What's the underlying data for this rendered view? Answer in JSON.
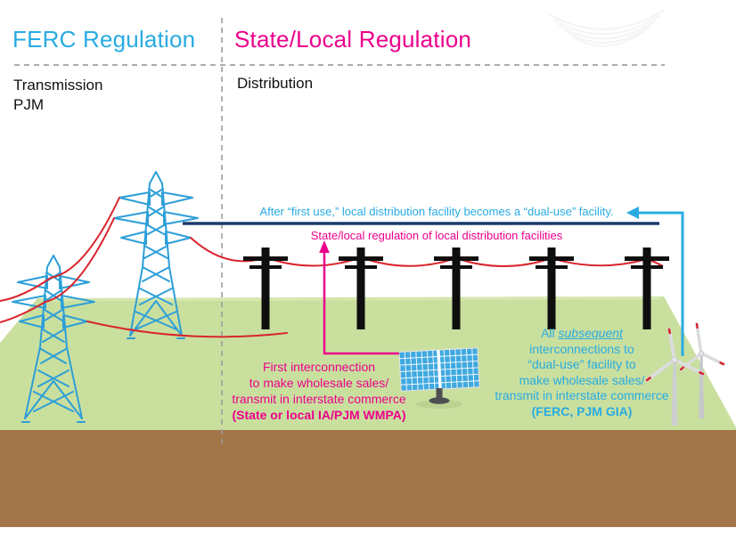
{
  "titles": {
    "left": "FERC Regulation",
    "right": "State/Local Regulation"
  },
  "subtitles": {
    "left_line1": "Transmission",
    "left_line2": "PJM",
    "right": "Distribution"
  },
  "annotations": {
    "dual_use_note": "After “first use,” local distribution facility becomes a “dual-use” facility.",
    "state_local_note": "State/local regulation of local distribution facilities"
  },
  "magenta_block": {
    "lines": [
      "First interconnection",
      "to make wholesale sales/",
      "transmit in interstate commerce"
    ],
    "bold_line": "(State or local IA/PJM WMPA)"
  },
  "cyan_block": {
    "line1_pre": "All ",
    "line1_em": "subsequent",
    "lines": [
      "interconnections to",
      "“dual-use” facility to",
      "make wholesale sales/",
      "transmit in interstate commerce"
    ],
    "bold_line": "(FERC, PJM GIA)"
  },
  "colors": {
    "cyan": "#29ABE2",
    "magenta": "#EC008C",
    "navy_line": "#1B3A6B",
    "wire_red": "#D9252D",
    "tower_blue": "#2D9FD8",
    "ground_green": "#C9DF9E",
    "dirt_brown": "#A3764A",
    "pole_black": "#0E0E0E",
    "dash_gray": "#AAAAAA"
  },
  "icons": {
    "transmission_tower": "transmission-tower-icon",
    "distribution_pole": "distribution-pole-icon",
    "solar_panel": "solar-panel-icon",
    "wind_turbine": "wind-turbine-icon",
    "watermark": "swirl-watermark-icon"
  }
}
